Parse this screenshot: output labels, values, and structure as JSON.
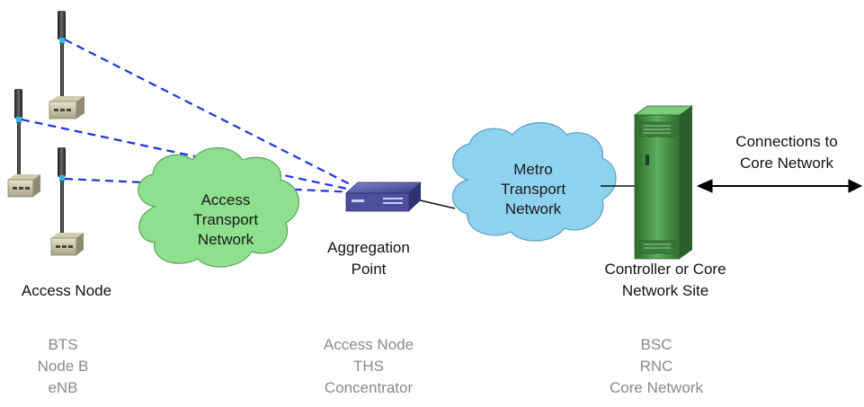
{
  "nodes": {
    "access_node": "Access Node",
    "access_cloud": [
      "Access",
      "Transport",
      "Network"
    ],
    "aggregation": [
      "Aggregation",
      "Point"
    ],
    "metro_cloud": [
      "Metro",
      "Transport",
      "Network"
    ],
    "controller": [
      "Controller or Core",
      "Network Site"
    ],
    "core_connection": [
      "Connections to",
      "Core Network"
    ]
  },
  "examples": {
    "access": [
      "BTS",
      "Node B",
      "eNB"
    ],
    "aggregation": [
      "Access Node",
      "THS",
      "Concentrator"
    ],
    "controller": [
      "BSC",
      "RNC",
      "Core Network"
    ]
  },
  "colors": {
    "access_cloud": "#8ee08e",
    "metro_cloud": "#8fd2f0",
    "wireless_link": "#2233dd",
    "server": "#3f8f3f"
  }
}
